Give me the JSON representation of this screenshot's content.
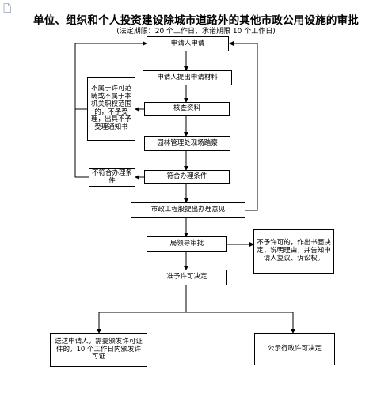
{
  "header": {
    "title": "单位、组织和个人投资建设除城市道路外的其他市政公用设施的审批",
    "subtitle": "(法定期限：20 个工作日，承诺期限 10 个工作日)"
  },
  "icons": {
    "document": "document-icon"
  },
  "colors": {
    "line": "#000000",
    "box_border": "#000000",
    "background": "#ffffff"
  },
  "steps": {
    "apply": "申请人申请",
    "submit_materials": "申请人提出申请材料",
    "verify_materials": "核查资料",
    "site_survey": "园林管理处现场踏察",
    "meets_conditions": "符合办理条件",
    "municipal_opinion": "市政工程股提出办理意见",
    "leader_review": "局领导审批",
    "grant_decision": "准予许可决定",
    "deliver_notice": "送达申请人，需要颁发许可证件的，10 个工作日内颁发许可证",
    "publicize": "公示行政许可决定"
  },
  "side_boxes": {
    "not_in_scope": "不属于许可范畴或不属于本机关职权范围的，不予受理，出具不予受理通知书",
    "not_meet": "不符合办理条件",
    "not_granted": "不予许可的，作出书面决定，说明理由，并告知申请人复议、诉讼权。"
  }
}
